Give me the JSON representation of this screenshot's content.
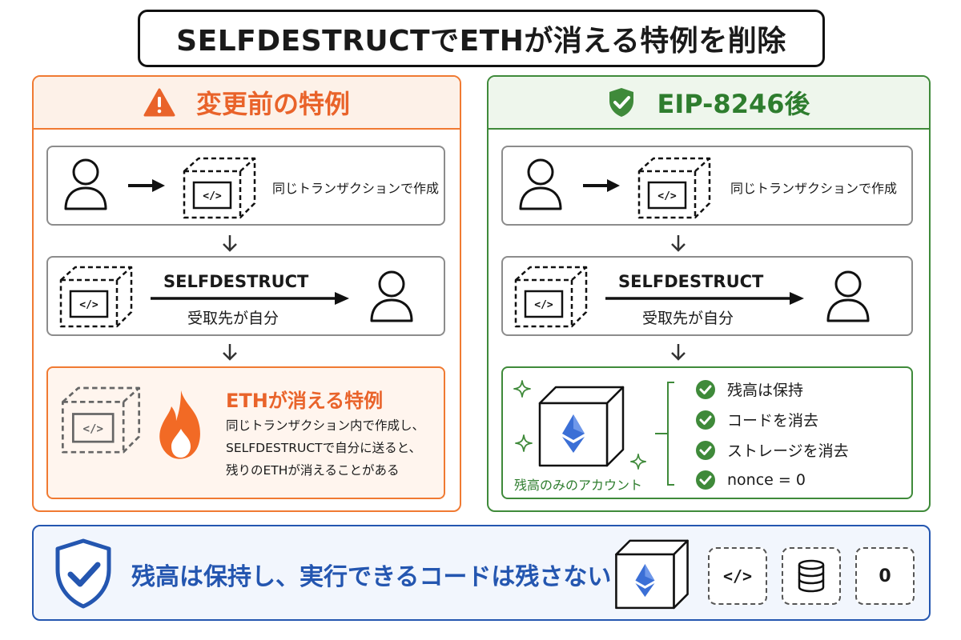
{
  "title": "SELFDESTRUCTでETHが消える特例を削除",
  "before": {
    "heading": "変更前の特例",
    "step1_label": "同じトランザクションで作成",
    "step2_op": "SELFDESTRUCT",
    "step2_sub": "受取先が自分",
    "result_title": "ETHが消える特例",
    "result_lines": [
      "同じトランザクション内で作成し、",
      "SELFDESTRUCTで自分に送ると、",
      "残りのETHが消えることがある"
    ]
  },
  "after": {
    "heading": "EIP-8246後",
    "step1_label": "同じトランザクションで作成",
    "step2_op": "SELFDESTRUCT",
    "step2_sub": "受取先が自分",
    "account_label": "残高のみのアカウント",
    "checks": [
      "残高は保持",
      "コードを消去",
      "ストレージを消去",
      "nonce = 0"
    ]
  },
  "summary": {
    "text": "残高は保持し、実行できるコードは残さない",
    "code_tile": "</>",
    "zero_tile": "0"
  },
  "colors": {
    "before_accent": "#f07a32",
    "after_accent": "#3f8a3a",
    "summary_accent": "#2456b0",
    "eth": "#3b6fd6"
  }
}
